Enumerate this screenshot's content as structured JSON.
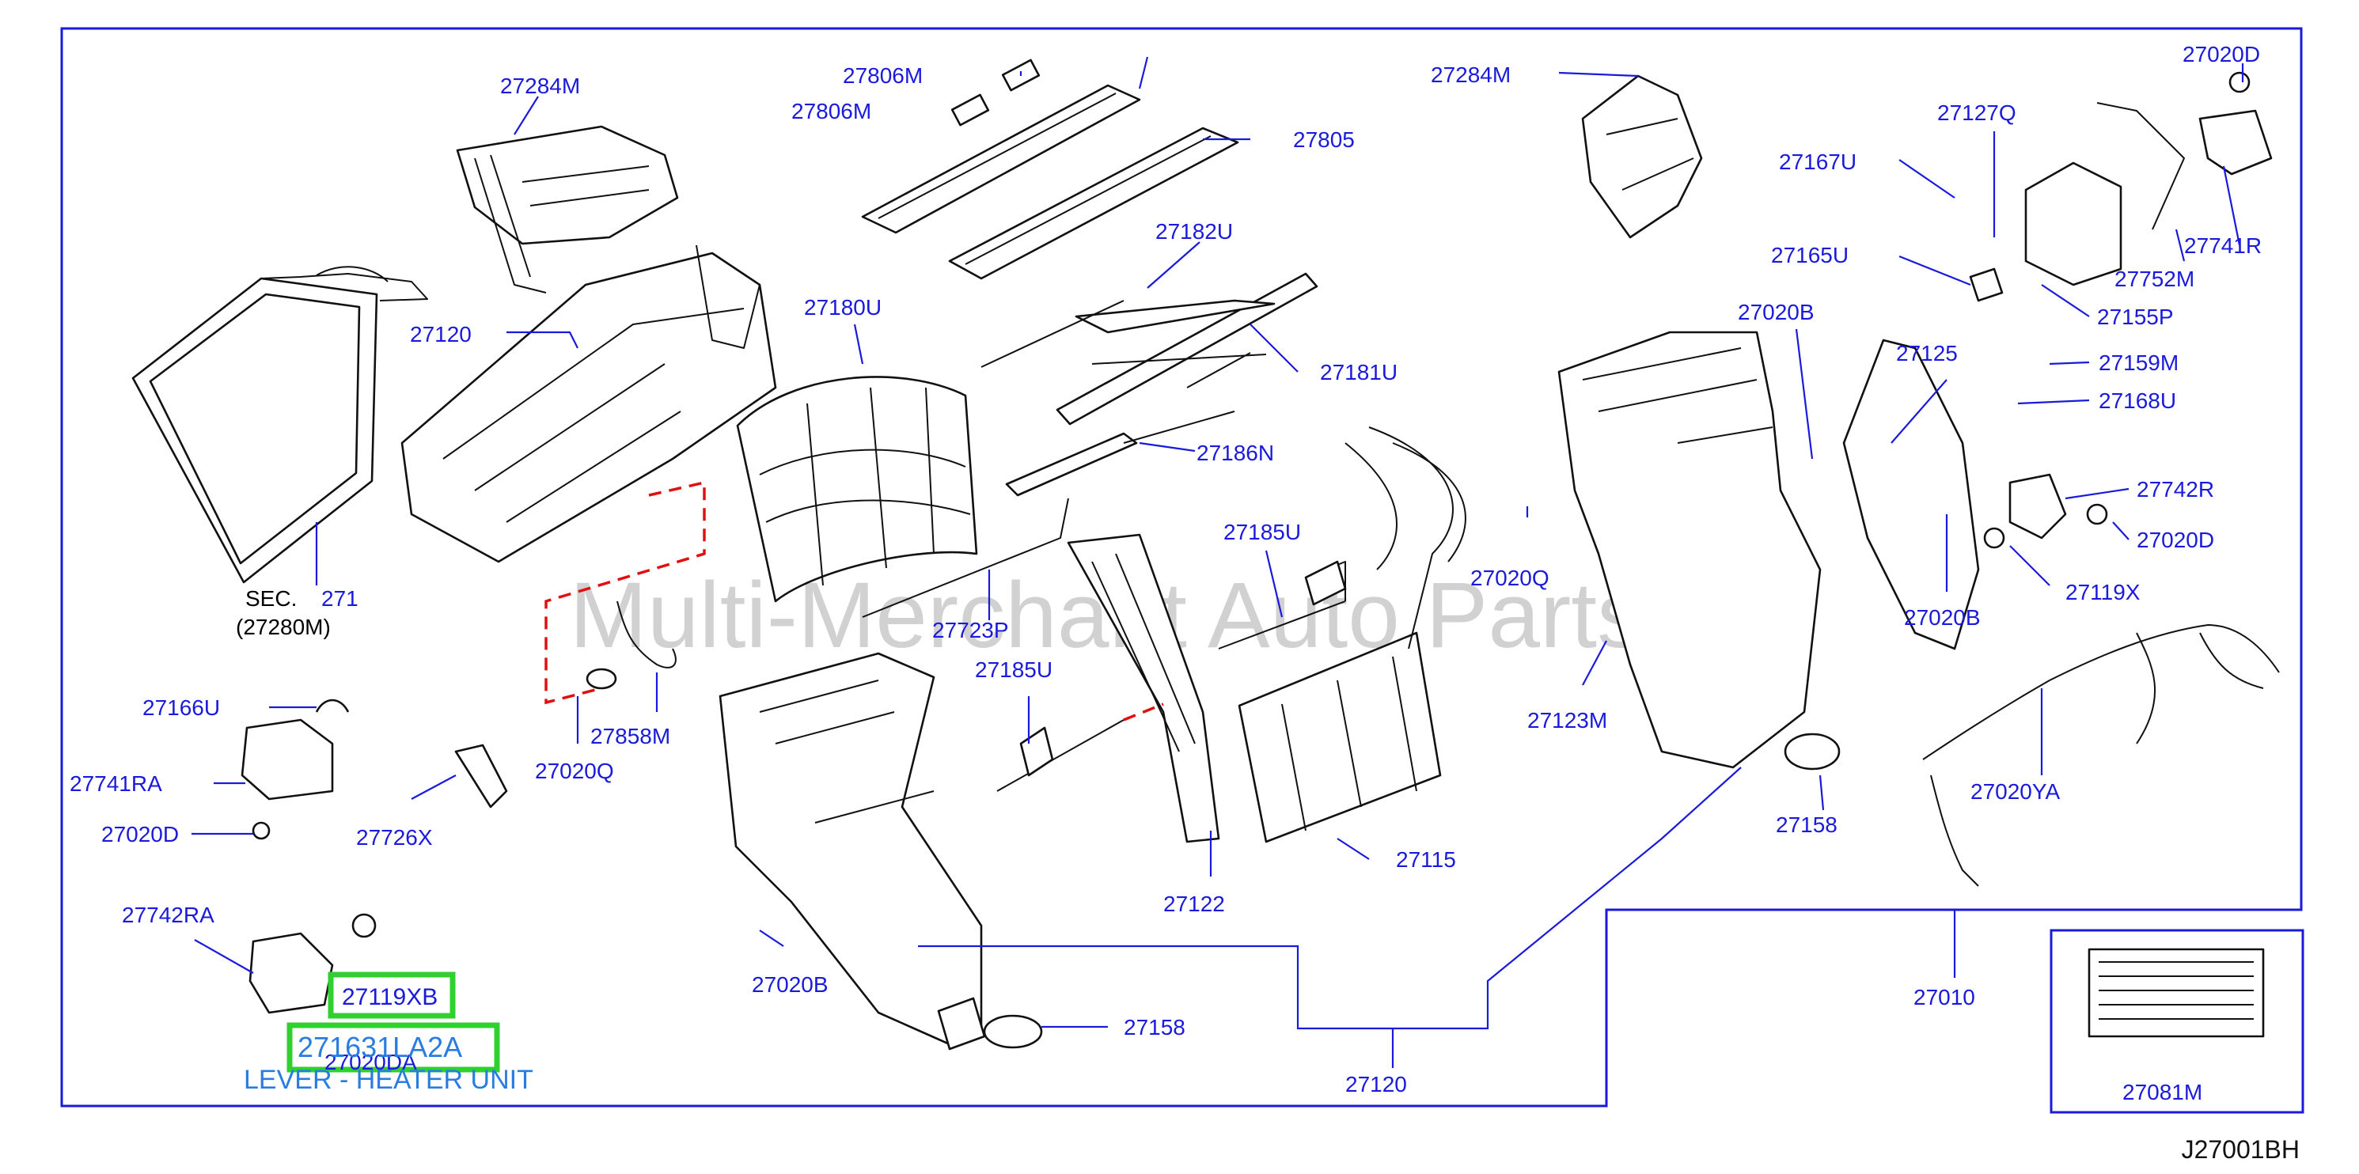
{
  "drawing_code": "J27001BH",
  "watermark": "Multi-Merchant Auto Partstore",
  "section_ref": {
    "sec": "SEC.",
    "num": "271",
    "sub": "(27280M)"
  },
  "highlight": {
    "part_a": "27119XB",
    "part_b": "271631LA2A",
    "overlap_label": "27020DA",
    "description": "LEVER - HEATER UNIT"
  },
  "callouts": [
    "27284M",
    "27806M",
    "27806M",
    "27805",
    "27182U",
    "27180U",
    "27120",
    "27181U",
    "27186N",
    "27185U",
    "27723P",
    "27185U",
    "27020Q",
    "27858M",
    "27166U",
    "27741RA",
    "27020D",
    "27726X",
    "27742RA",
    "27020B",
    "27158",
    "27120",
    "27122",
    "27115",
    "27284M",
    "27167U",
    "27127Q",
    "27020D",
    "27741R",
    "27752M",
    "27165U",
    "27155P",
    "27020B",
    "27125",
    "27159M",
    "27168U",
    "27742R",
    "27020D",
    "27020Q",
    "27119X",
    "27020B",
    "27123M",
    "27020YA",
    "27158",
    "27010",
    "27081M"
  ],
  "colors": {
    "label": "#1a1adc",
    "leader_dashed": "#e01010",
    "highlight_box": "#30d030",
    "highlight_text": "#2a7de0"
  }
}
